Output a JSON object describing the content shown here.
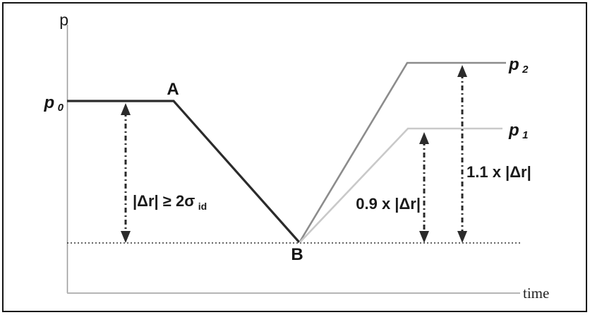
{
  "figure": {
    "y_axis_label": "p",
    "x_axis_label": "time",
    "point_a": "A",
    "point_b": "B",
    "level_p0": {
      "base": "p",
      "sub": "0"
    },
    "level_p1": {
      "base": "p",
      "sub": "1"
    },
    "level_p2": {
      "base": "p",
      "sub": "2"
    },
    "drop_label": {
      "base": "|Δr| ≥ 2σ",
      "sub": "id"
    },
    "rebound_low_label": "0.9 x |Δr|",
    "rebound_high_label": "1.1 x |Δr|",
    "colors": {
      "frame": "#151515",
      "y_axis": "#9e9e9e",
      "time_axis": "#b5b5b5",
      "dotted_baseline": "#333333",
      "price_path": "#2b2b2b",
      "p2_path": "#8c8c8c",
      "p1_path": "#c9c9c9",
      "arrows": "#2b2b2b",
      "text": "#151515"
    }
  }
}
